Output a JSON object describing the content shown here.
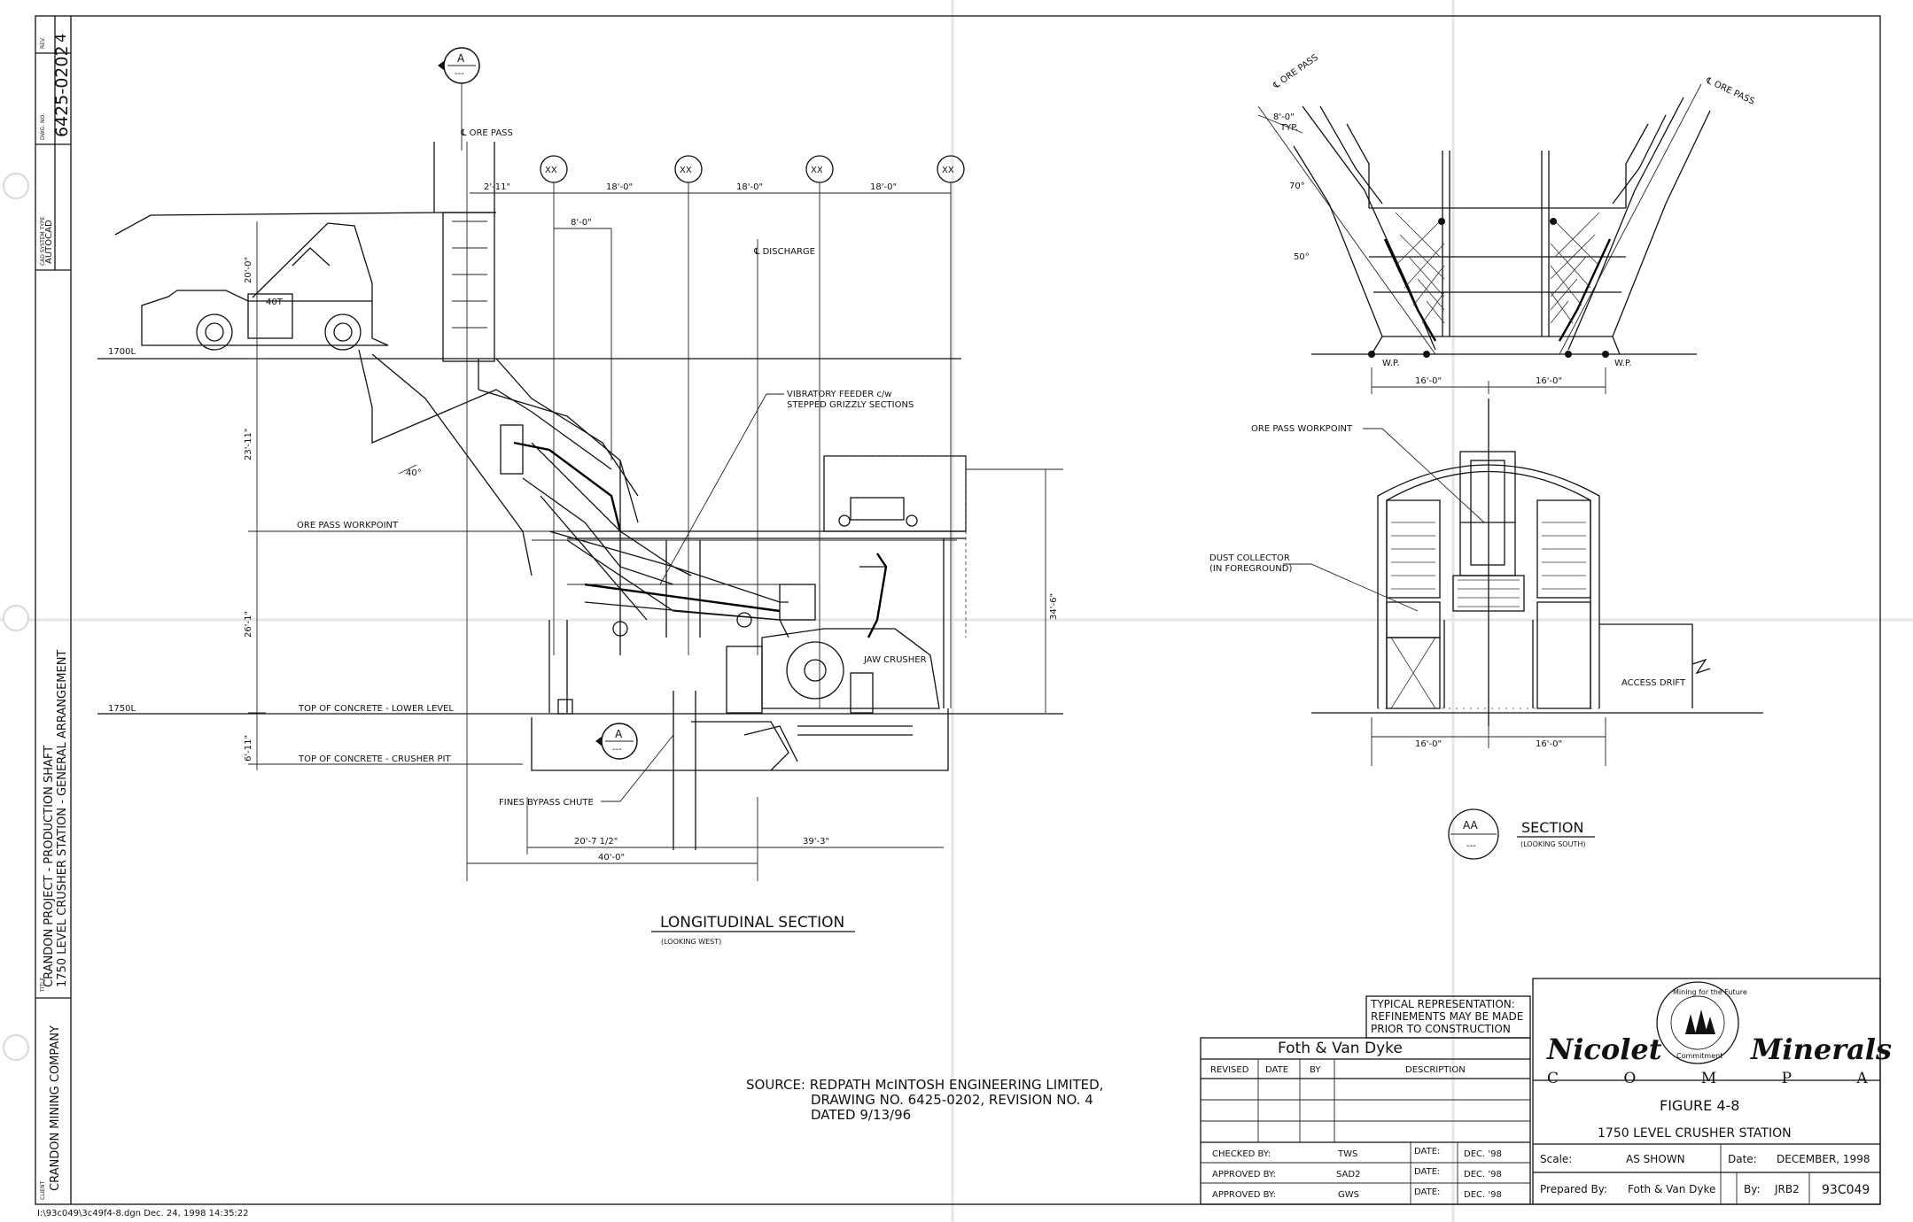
{
  "title_block_left": {
    "title_label": "TITLE",
    "title_line1": "CRANDON PROJECT - PRODUCTION SHAFT",
    "title_line2": "1750 LEVEL CRUSHER STATION - GENERAL ARRANGEMENT",
    "client_label": "CLIENT",
    "client": "CRANDON MINING COMPANY",
    "cad_label": "CAD SYSTEM TYPE",
    "cad_system": "AUTOCAD",
    "dwg_label": "DWG. NO.",
    "dwg_no": "6425-0202",
    "rev_label": "REV.",
    "rev": "4"
  },
  "footer_file": "I:\\93c049\\3c49f4-8.dgn Dec. 24, 1998 14:35:22",
  "longitudinal": {
    "section_marker_top": {
      "letter": "A",
      "sub": "---"
    },
    "section_marker_bottom": {
      "letter": "A",
      "sub": "---"
    },
    "grid_marks": [
      "XX",
      "XX",
      "XX",
      "XX"
    ],
    "ore_pass": "ORE PASS",
    "discharge": "DISCHARGE",
    "dims_top": [
      "2'-11\"",
      "18'-0\"",
      "18'-0\"",
      "18'-0\"",
      "8'-0\""
    ],
    "dim_20": "20'-0\"",
    "dim_23": "23'-11\"",
    "dim_26": "26'-1\"",
    "dim_6": "6'-11\"",
    "dim_34": "34'-6\"",
    "dims_bottom": [
      "20'-7 1/2\"",
      "39'-3\"",
      "40'-0\""
    ],
    "truck_load": "40T",
    "angle_40": "40°",
    "level_1700": "1700L",
    "level_1750": "1750L",
    "ore_pass_workpoint": "ORE PASS WORKPOINT",
    "top_concrete_lower": "TOP OF CONCRETE - LOWER LEVEL",
    "top_concrete_pit": "TOP OF CONCRETE - CRUSHER PIT",
    "feeder_line1": "VIBRATORY FEEDER c/w",
    "feeder_line2": "STEPPED GRIZZLY SECTIONS",
    "jaw_crusher": "JAW CRUSHER",
    "fines_chute": "FINES BYPASS CHUTE",
    "caption": "LONGITUDINAL SECTION",
    "caption_sub": "(LOOKING WEST)"
  },
  "section_aa": {
    "ore_pass_left": "ORE PASS",
    "ore_pass_right": "ORE PASS",
    "dim_8": "8'-0\"",
    "typ": "TYP.",
    "angle_70": "70°",
    "angle_50": "50°",
    "wp_left": "W.P.",
    "wp_right": "W.P.",
    "dims_top": [
      "16'-0\"",
      "16'-0\""
    ],
    "dims_bottom": [
      "16'-0\"",
      "16'-0\""
    ],
    "ore_pass_workpoint": "ORE PASS WORKPOINT",
    "dust_line1": "DUST COLLECTOR",
    "dust_line2": "(IN FOREGROUND)",
    "access_drift": "ACCESS DRIFT",
    "marker": "AA",
    "marker_sub": "---",
    "caption": "SECTION",
    "caption_sub": "(LOOKING SOUTH)"
  },
  "source_note": {
    "line1": "SOURCE: REDPATH McINTOSH ENGINEERING LIMITED,",
    "line2": "DRAWING NO. 6425-0202, REVISION NO. 4",
    "line3": "DATED 9/13/96"
  },
  "typical_note": {
    "line1": "TYPICAL REPRESENTATION:",
    "line2": "REFINEMENTS MAY BE MADE",
    "line3": "PRIOR TO CONSTRUCTION"
  },
  "revision_block": {
    "company": "Foth & Van Dyke",
    "col_revised": "REVISED",
    "col_date": "DATE",
    "col_by": "BY",
    "col_description": "DESCRIPTION",
    "approvals": [
      {
        "label": "CHECKED BY:",
        "name": "TWS",
        "date_label": "DATE:",
        "date": "DEC. '98"
      },
      {
        "label": "APPROVED BY:",
        "name": "SAD2",
        "date_label": "DATE:",
        "date": "DEC. '98"
      },
      {
        "label": "APPROVED BY:",
        "name": "GWS",
        "date_label": "DATE:",
        "date": "DEC. '98"
      }
    ]
  },
  "company_block": {
    "name_left": "Nicolet",
    "name_right": "Minerals",
    "company_word": "C O M P A N Y",
    "seal_top": "Mining for the Future",
    "seal_bottom": "Commitment",
    "figure": "FIGURE 4-8",
    "figure_title": "1750 LEVEL CRUSHER STATION",
    "scale_label": "Scale:",
    "scale": "AS SHOWN",
    "date_label": "Date:",
    "date": "DECEMBER, 1998",
    "prepared_label": "Prepared By:",
    "prepared_by": "Foth & Van Dyke",
    "by_label": "By:",
    "by": "JRB2",
    "drawing_no": "93C049"
  }
}
